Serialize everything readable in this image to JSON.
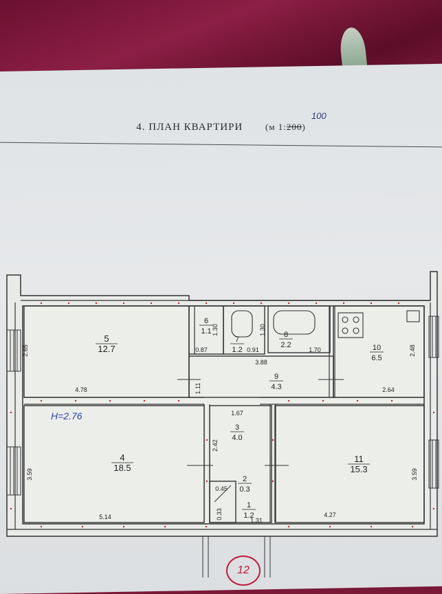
{
  "document": {
    "title": "4. ПЛАН КВАРТИРИ",
    "scale_prefix": "(м 1:",
    "scale_crossed": "200",
    "scale_suffix": ")",
    "scale_handwritten": "100",
    "ceiling_height": "H=2.76",
    "stamp_number": "12"
  },
  "rooms": [
    {
      "id": "5",
      "area": "12.7"
    },
    {
      "id": "6",
      "area": "1.1"
    },
    {
      "id": "7",
      "area": "1.2"
    },
    {
      "id": "8",
      "area": "2.2"
    },
    {
      "id": "10",
      "area": "6.5"
    },
    {
      "id": "9",
      "area": "4.3"
    },
    {
      "id": "3",
      "area": "4.0"
    },
    {
      "id": "4",
      "area": "18.5"
    },
    {
      "id": "11",
      "area": "15.3"
    },
    {
      "id": "2",
      "area": "0.3"
    },
    {
      "id": "1",
      "area": "1.2"
    }
  ],
  "dimensions": [
    "2.65",
    "4.78",
    "1.30",
    "0.87",
    "1.30",
    "0.91",
    "1.70",
    "3.88",
    "2.48",
    "2.64",
    "1.11",
    "1.67",
    "2.42",
    "3.59",
    "5.14",
    "3.59",
    "4.27",
    "0.45",
    "0.33",
    "1.31"
  ],
  "colors": {
    "ink": "#333333",
    "wall_dots": "#c4252f",
    "handwriting": "#2845a8",
    "stamp": "#c01838"
  }
}
